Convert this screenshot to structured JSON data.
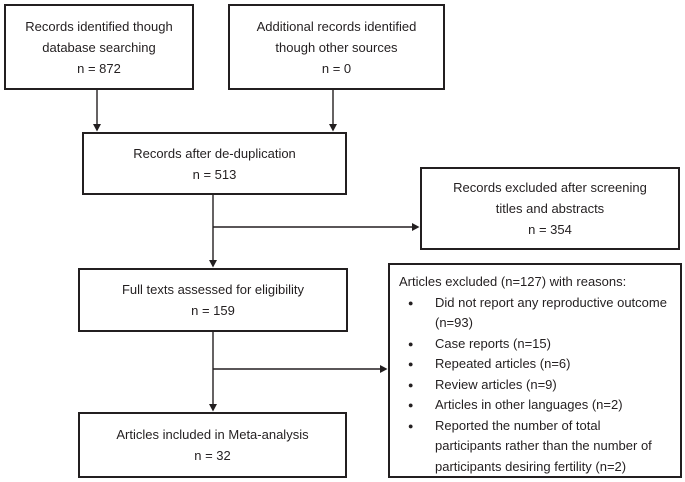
{
  "colors": {
    "line": "#231f20",
    "text": "#231f20",
    "background": "#ffffff"
  },
  "boxes": {
    "identified": {
      "lines": [
        "Records identified though",
        "database searching",
        "n = 872"
      ]
    },
    "additional": {
      "lines": [
        "Additional records identified",
        "though other sources",
        "n = 0"
      ]
    },
    "deduplicated": {
      "lines": [
        "Records after de-duplication",
        "n = 513"
      ]
    },
    "screening_excluded": {
      "lines": [
        "Records excluded after screening",
        "titles and abstracts",
        "n = 354"
      ]
    },
    "fulltext": {
      "lines": [
        "Full texts assessed for eligibility",
        "n = 159"
      ]
    },
    "exclusion_reasons": {
      "title": "Articles excluded (n=127) with reasons:",
      "bullet_glyph": "●",
      "bullets": [
        "Did not report any reproductive outcome  (n=93)",
        "Case reports  (n=15)",
        "Repeated articles  (n=6)",
        "Review articles  (n=9)",
        "Articles in other languages  (n=2)",
        "Reported the number of total participants rather than the number of participants desiring fertility (n=2)"
      ]
    },
    "included": {
      "lines": [
        "Articles included in Meta-analysis",
        "n = 32"
      ]
    }
  }
}
